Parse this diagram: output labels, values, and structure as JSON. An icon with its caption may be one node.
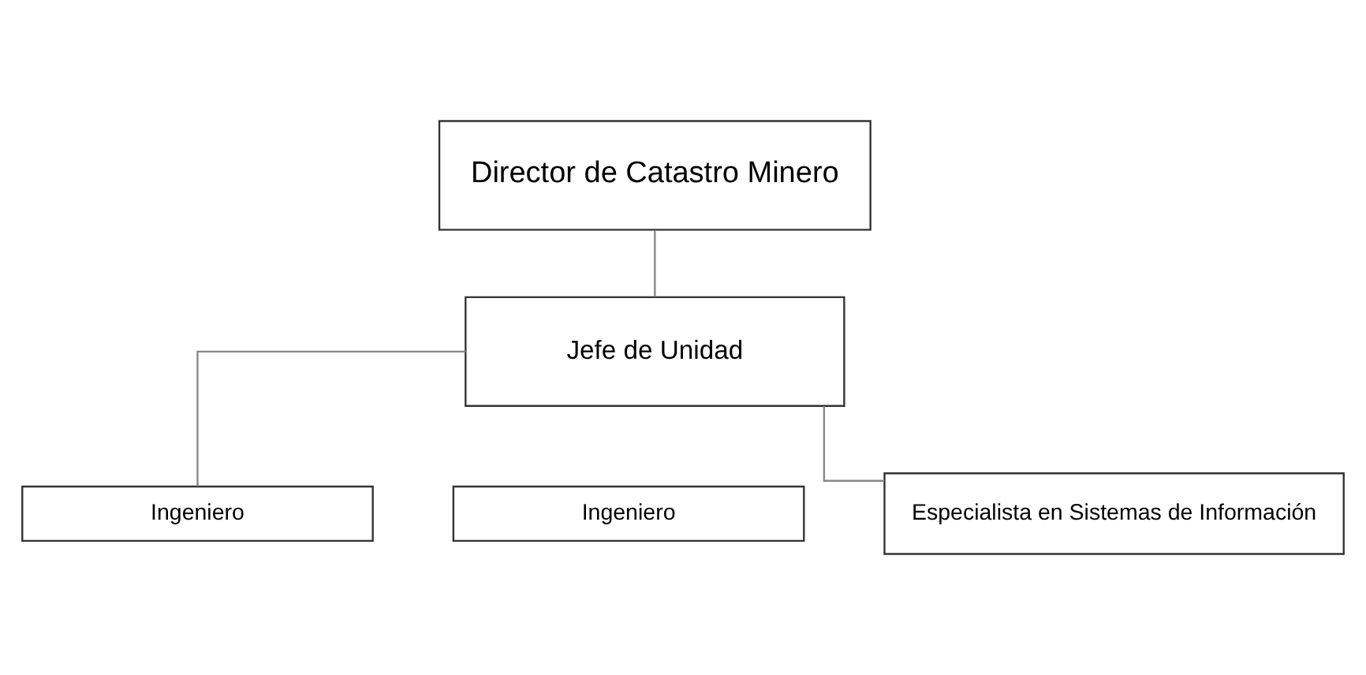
{
  "diagram": {
    "nodes": [
      {
        "text": [
          "Director de Catastro Minero"
        ]
      },
      {
        "text": [
          "Jefe de Unidad"
        ]
      },
      {
        "text": [
          "Ingeniero"
        ]
      },
      {
        "text": [
          "Ingeniero"
        ]
      },
      {
        "text": [
          "Especialista en Sistemas de Información"
        ]
      }
    ],
    "edges": [
      {
        "from": 0,
        "to": 1,
        "arrow": "none"
      },
      {
        "from": 1,
        "to": 2,
        "arrow": "none"
      },
      {
        "from": 1,
        "to": 4,
        "arrow": "none"
      }
    ]
  }
}
